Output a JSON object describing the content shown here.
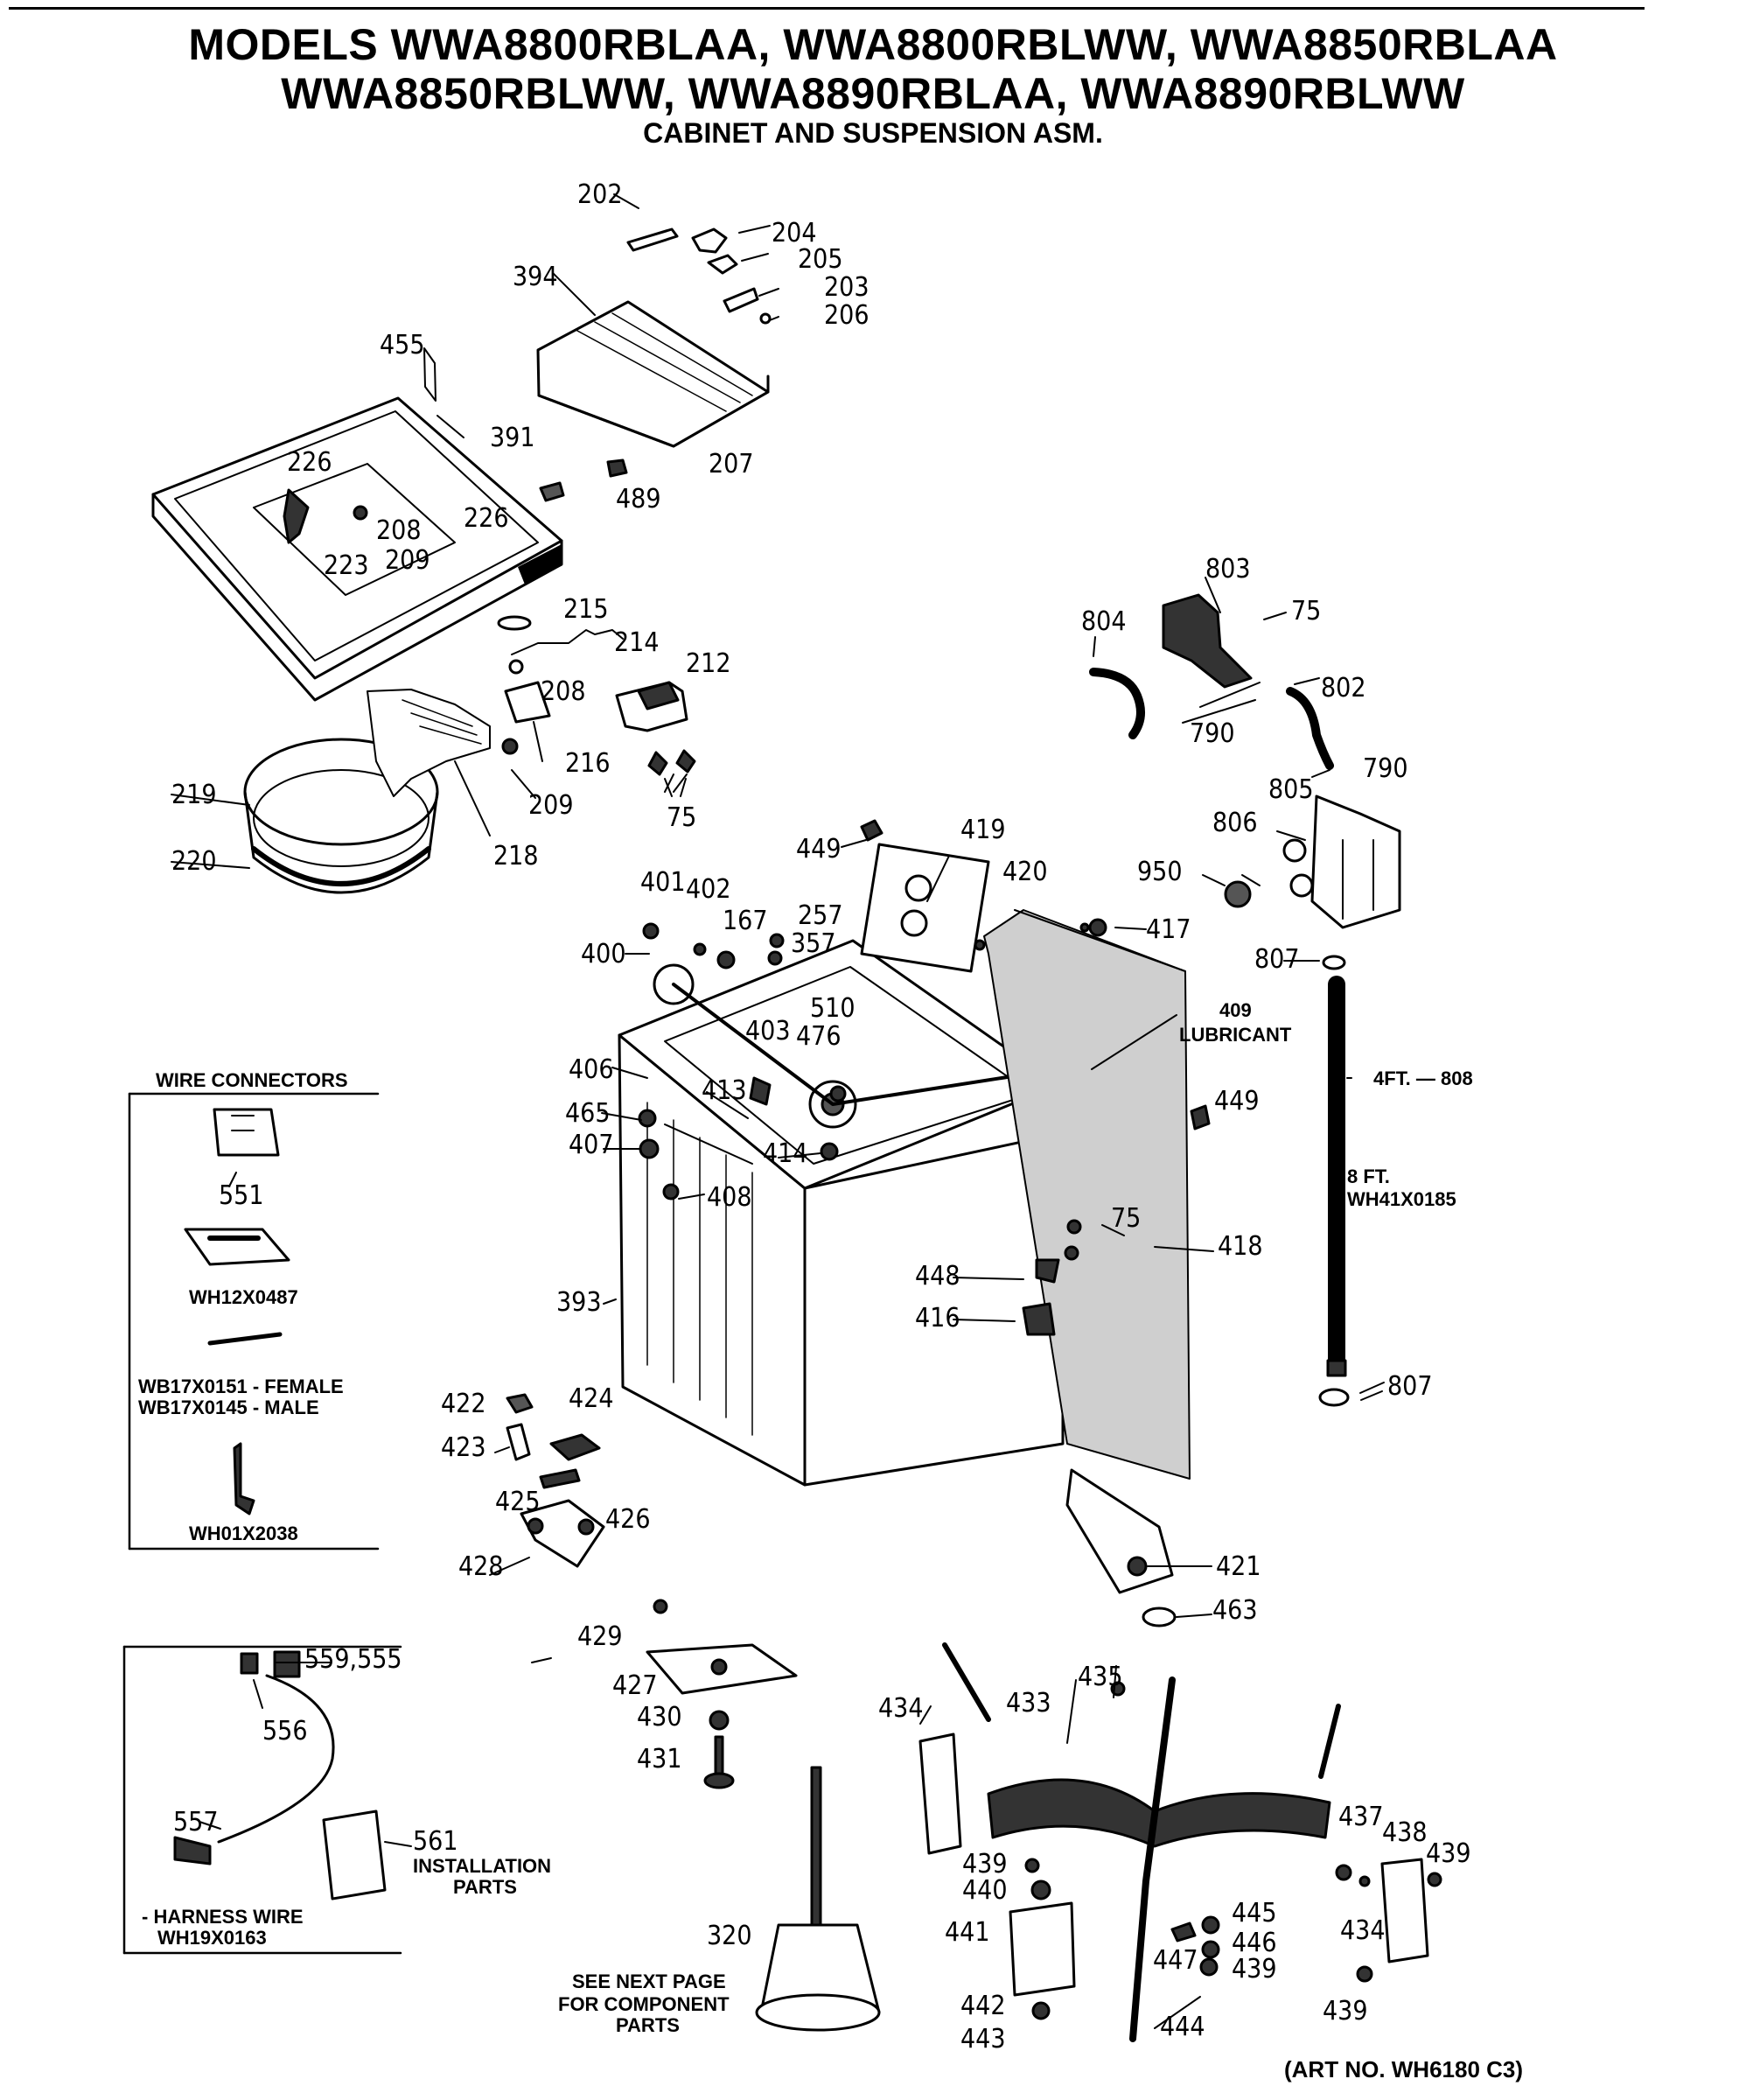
{
  "header": {
    "line1": "MODELS WWA8800RBLAA, WWA8800RBLWW, WWA8850RBLAA",
    "line2": "WWA8850RBLWW, WWA8890RBLAA, WWA8890RBLWW",
    "subtitle": "CABINET AND SUSPENSION ASM."
  },
  "callouts": {
    "c202": "202",
    "c204": "204",
    "c205": "205",
    "c203": "203",
    "c206": "206",
    "c394": "394",
    "c455": "455",
    "c391": "391",
    "c207": "207",
    "c226a": "226",
    "c226b": "226",
    "c208a": "208",
    "c209a": "209",
    "c223": "223",
    "c489": "489",
    "c215": "215",
    "c214": "214",
    "c212": "212",
    "c208b": "208",
    "c216": "216",
    "c209b": "209",
    "c75a": "75",
    "c219": "219",
    "c220": "220",
    "c218": "218",
    "c803": "803",
    "c804": "804",
    "c75b": "75",
    "c802": "802",
    "c790a": "790",
    "c790b": "790",
    "c805": "805",
    "c806": "806",
    "c950": "950",
    "c807a": "807",
    "c807b": "807",
    "c449a": "449",
    "c419": "419",
    "c401": "401",
    "c402": "402",
    "c167": "167",
    "c257": "257",
    "c357": "357",
    "c420": "420",
    "c417": "417",
    "c400": "400",
    "c409": "409",
    "c403": "403",
    "c476": "476",
    "c510": "510",
    "c406": "406",
    "c413": "413",
    "c465": "465",
    "c407": "407",
    "c414": "414",
    "c408": "408",
    "c449b": "449",
    "c75c": "75",
    "c418": "418",
    "c448": "448",
    "c416": "416",
    "c393": "393",
    "c422": "422",
    "c424": "424",
    "c423": "423",
    "c425": "425",
    "c426": "426",
    "c428": "428",
    "c421": "421",
    "c463": "463",
    "c429": "429",
    "c427": "427",
    "c430": "430",
    "c431": "431",
    "c435": "435",
    "c434a": "434",
    "c433": "433",
    "c437": "437",
    "c438": "438",
    "c439a": "439",
    "c439b": "439",
    "c440": "440",
    "c445": "445",
    "c441": "441",
    "c446": "446",
    "c447": "447",
    "c439c": "439",
    "c434b": "434",
    "c320": "320",
    "c442": "442",
    "c443": "443",
    "c444": "444",
    "c439d": "439",
    "c559": "559,555",
    "c556": "556",
    "c557": "557",
    "c561": "561",
    "c551": "551"
  },
  "notes": {
    "lubricant_num": "409",
    "lubricant": "LUBRICANT",
    "hose_4ft": "4FT. — 808",
    "hose_8ft": "8 FT.",
    "hose_8ft_part": "WH41X0185",
    "wire_connectors": "WIRE CONNECTORS",
    "wh12": "WH12X0487",
    "wb_female": "WB17X0151 - FEMALE",
    "wb_male": "WB17X0145 - MALE",
    "wh01": "WH01X2038",
    "installation": "INSTALLATION",
    "parts": "PARTS",
    "harness": "- HARNESS WIRE",
    "harness_part": "WH19X0163",
    "see_next1": "SEE NEXT PAGE",
    "see_next2": "FOR COMPONENT",
    "see_next3": "PARTS",
    "art_no": "(ART NO. WH6180 C3)"
  }
}
